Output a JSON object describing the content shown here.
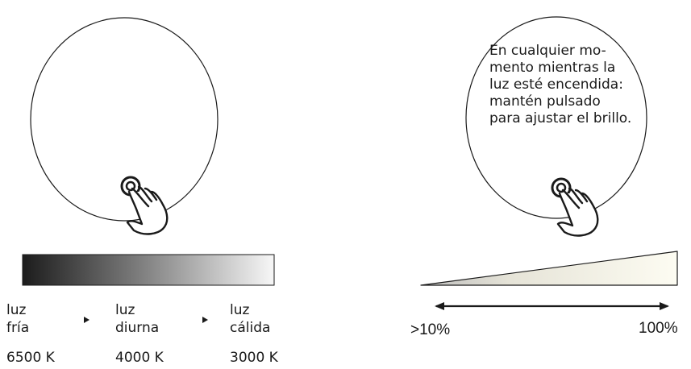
{
  "left_panel": {
    "color_stops": [
      {
        "label_line1": "luz",
        "label_line2": "fría",
        "kelvin": "6500 K"
      },
      {
        "label_line1": "luz",
        "label_line2": "diurna",
        "kelvin": "4000 K"
      },
      {
        "label_line1": "luz",
        "label_line2": "cálida",
        "kelvin": "3000 K"
      }
    ],
    "gradient_colors": {
      "start": "#1c1c1c",
      "end": "#f7f7f7"
    }
  },
  "right_panel": {
    "instruction_lines": [
      "En cualquier mo-",
      "mento mientras la",
      "luz esté encendida:",
      "mantén pulsado",
      "para ajustar el brillo."
    ],
    "brightness_min": ">10%",
    "brightness_max": "100%",
    "wedge_colors": {
      "start": "#c9c9c9",
      "end": "#fdfcf2"
    }
  }
}
